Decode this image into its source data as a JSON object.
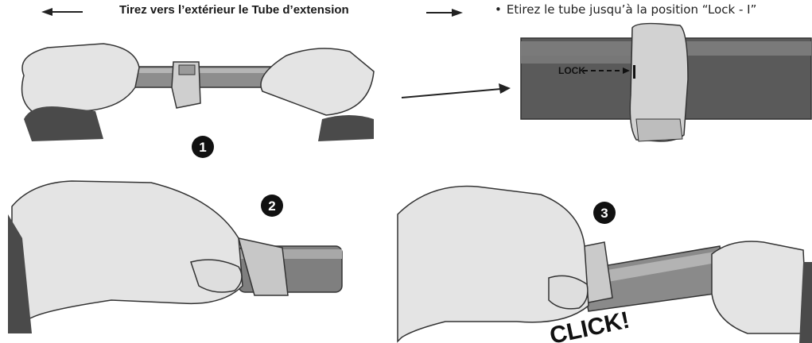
{
  "heading": "Tirez vers l’extérieur le Tube d’extension",
  "note": {
    "bullet": "•",
    "text": "Etirez le tube jusqu’à la position  “Lock - I”"
  },
  "lock_label": "LOCK",
  "steps": [
    {
      "number": "1"
    },
    {
      "number": "2"
    },
    {
      "number": "3"
    }
  ],
  "click_text": "CLICK!"
}
